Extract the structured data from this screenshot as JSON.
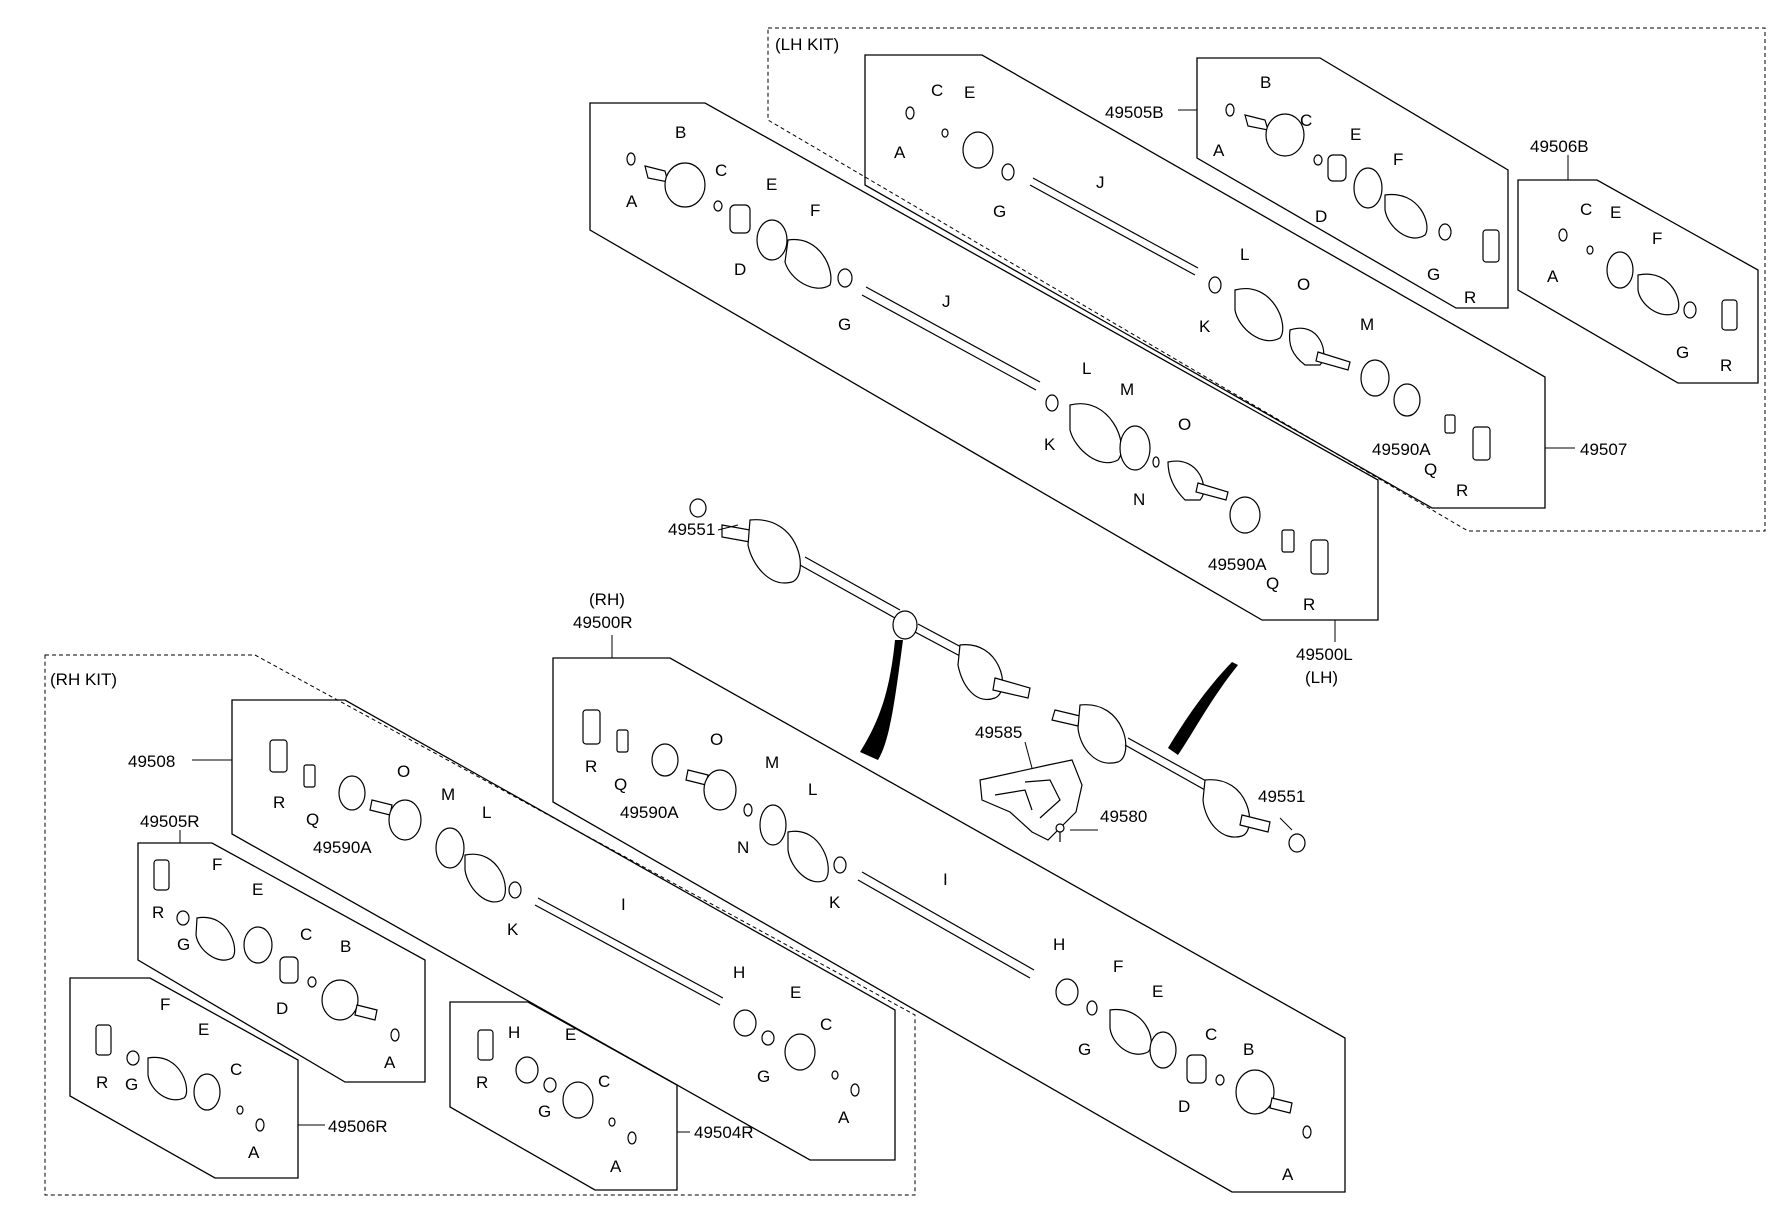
{
  "kits": {
    "lh": "(LH KIT)",
    "rh": "(RH KIT)"
  },
  "assemblies": {
    "lh_number": "49500L",
    "lh_side": "(LH)",
    "rh_number": "49500R",
    "rh_side": "(RH)"
  },
  "part_numbers": {
    "outer_nut": "49551",
    "bracket": "49585",
    "bolt": "49580",
    "lh_inner_kit": "49507",
    "lh_outer_kit": "49505B",
    "lh_boot_kit": "49506B",
    "rh_inner_kit": "49508",
    "rh_outer_kit": "49505R",
    "rh_boot_kit": "49506R",
    "rh_joint_kit": "49504R",
    "ring": "49590A"
  },
  "letters": {
    "a": "A",
    "b": "B",
    "c": "C",
    "d": "D",
    "e": "E",
    "f": "F",
    "g": "G",
    "h": "H",
    "i": "I",
    "j": "J",
    "k": "K",
    "l": "L",
    "m": "M",
    "n": "N",
    "o": "O",
    "q": "Q",
    "r": "R"
  }
}
